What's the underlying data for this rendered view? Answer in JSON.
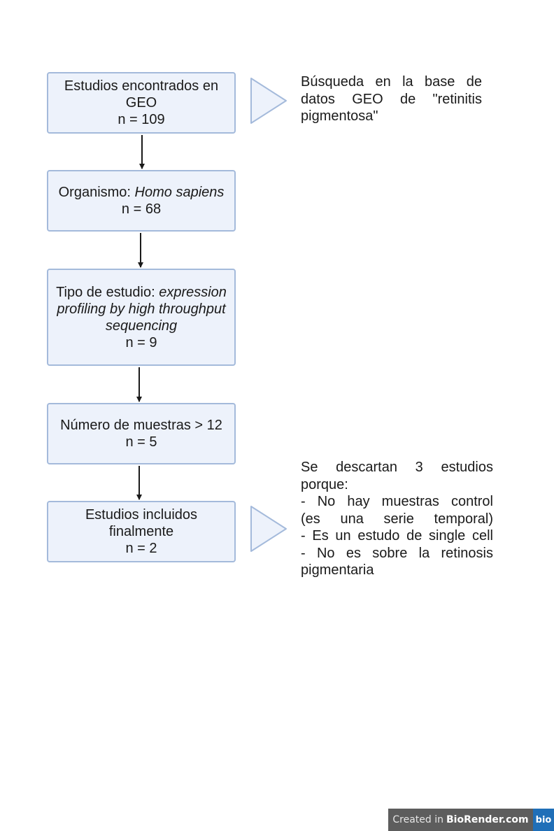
{
  "steps": [
    {
      "lines": [
        {
          "text": "Estudios encontrados en"
        },
        {
          "text": "GEO"
        },
        {
          "text": "n = 109"
        }
      ]
    },
    {
      "lines": [
        {
          "text": "Organismo: ",
          "italic": "Homo sapiens"
        },
        {
          "text": "n = 68"
        }
      ]
    },
    {
      "lines": [
        {
          "text": "Tipo de estudio: ",
          "italic": "expression"
        },
        {
          "text": "",
          "italic": "profiling by high throughput"
        },
        {
          "text": "",
          "italic": "sequencing"
        },
        {
          "text": "n = 9"
        }
      ]
    },
    {
      "lines": [
        {
          "text": "Número de muestras > 12"
        },
        {
          "text": "n = 5"
        }
      ]
    },
    {
      "lines": [
        {
          "text": "Estudios incluidos"
        },
        {
          "text": "finalmente"
        },
        {
          "text": "n = 2"
        }
      ]
    }
  ],
  "notes": {
    "search": {
      "lines": [
        "Búsqueda en la base de",
        "datos GEO de \"retinitis",
        "pigmentosa\""
      ]
    },
    "discard": {
      "lines": [
        "Se descartan 3 estudios",
        "porque:",
        "- No hay muestras control",
        "(es una serie temporal)",
        "- Es un estudo de single cell",
        "- No es sobre la retinosis",
        "pigmentaria"
      ]
    }
  },
  "badge": {
    "created_in": "Created in",
    "brand": "BioRender.com",
    "logo": "bio"
  },
  "colors": {
    "box_fill": "#edf2fb",
    "box_border": "#a4badb",
    "arrow": "#1a1a1a",
    "badge_bg": "#5d5d5d",
    "badge_logo_bg": "#1f6fb8"
  }
}
